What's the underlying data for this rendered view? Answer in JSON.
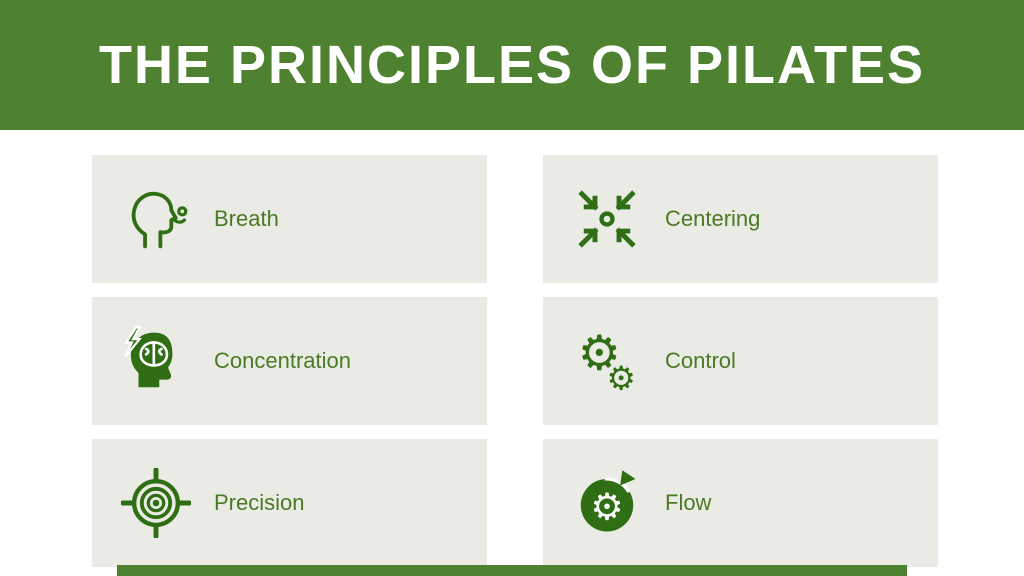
{
  "header": {
    "title": "THE PRINCIPLES OF PILATES"
  },
  "colors": {
    "header_green": "#4e8230",
    "icon_green": "#2f6e14",
    "text_green": "#4a7a24",
    "card_bg": "#ebebe6"
  },
  "cards": [
    {
      "label": "Breath",
      "icon": "breath-icon"
    },
    {
      "label": "Centering",
      "icon": "centering-icon"
    },
    {
      "label": "Concentration",
      "icon": "concentration-icon"
    },
    {
      "label": "Control",
      "icon": "control-icon"
    },
    {
      "label": "Precision",
      "icon": "precision-icon"
    },
    {
      "label": "Flow",
      "icon": "flow-icon"
    }
  ]
}
